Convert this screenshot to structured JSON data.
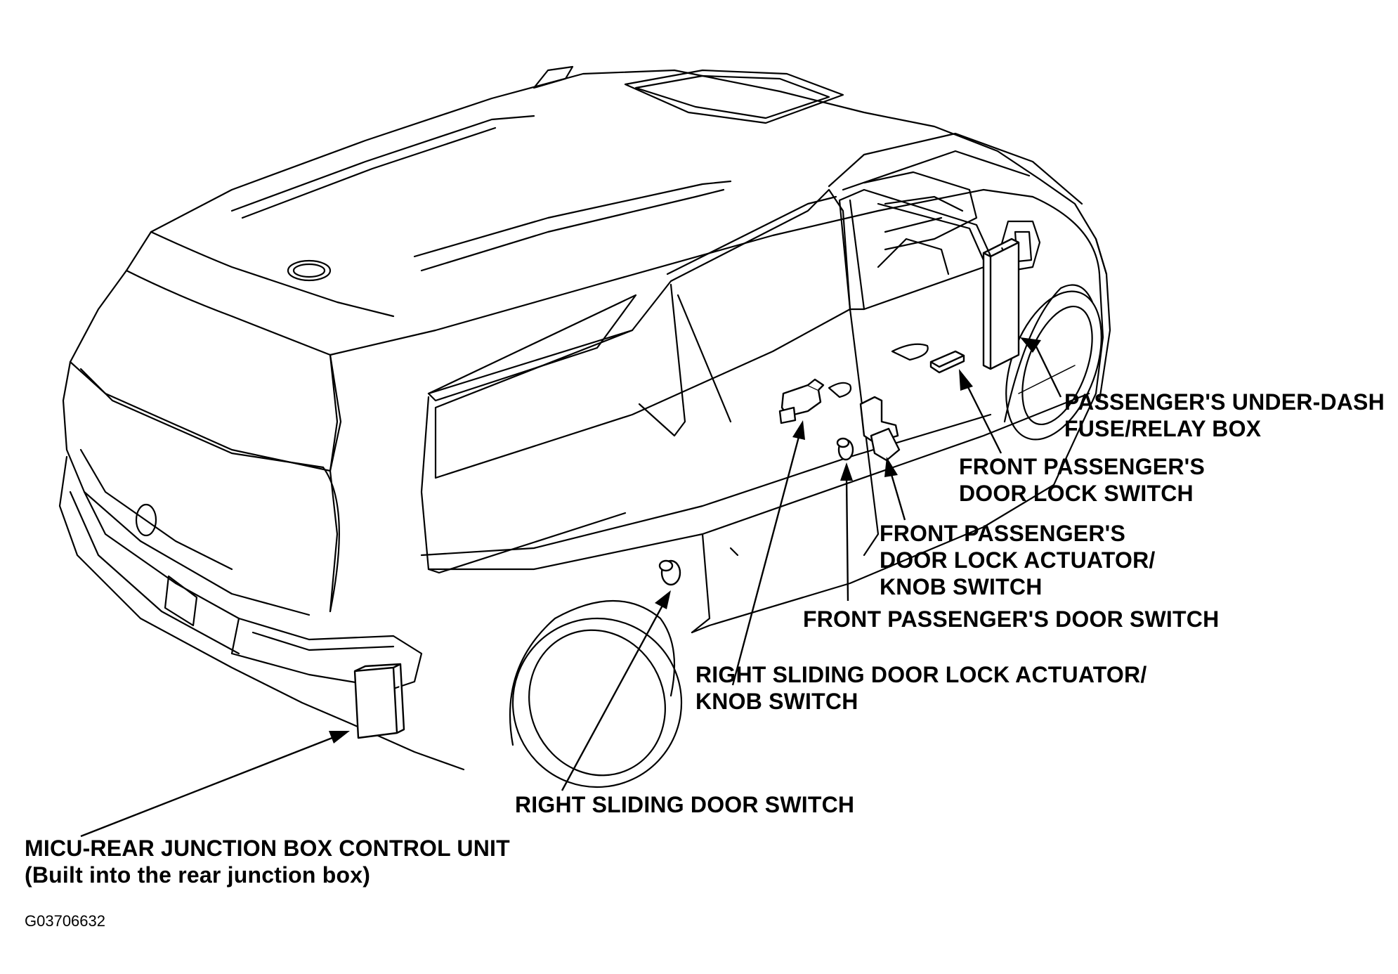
{
  "labels": {
    "fuse_relay_box": [
      "PASSENGER'S UNDER-DASH",
      "FUSE/RELAY BOX"
    ],
    "door_lock_switch": [
      "FRONT PASSENGER'S",
      "DOOR LOCK SWITCH"
    ],
    "front_actuator": [
      "FRONT PASSENGER'S",
      "DOOR LOCK ACTUATOR/",
      "KNOB SWITCH"
    ],
    "front_door_switch": "FRONT PASSENGER'S DOOR SWITCH",
    "sliding_actuator": [
      "RIGHT SLIDING DOOR LOCK ACTUATOR/",
      "KNOB SWITCH"
    ],
    "sliding_door_switch": "RIGHT SLIDING DOOR SWITCH",
    "micu": [
      "MICU-REAR JUNCTION BOX CONTROL UNIT",
      "(Built into the rear junction box)"
    ]
  },
  "figure_code": "G03706632"
}
